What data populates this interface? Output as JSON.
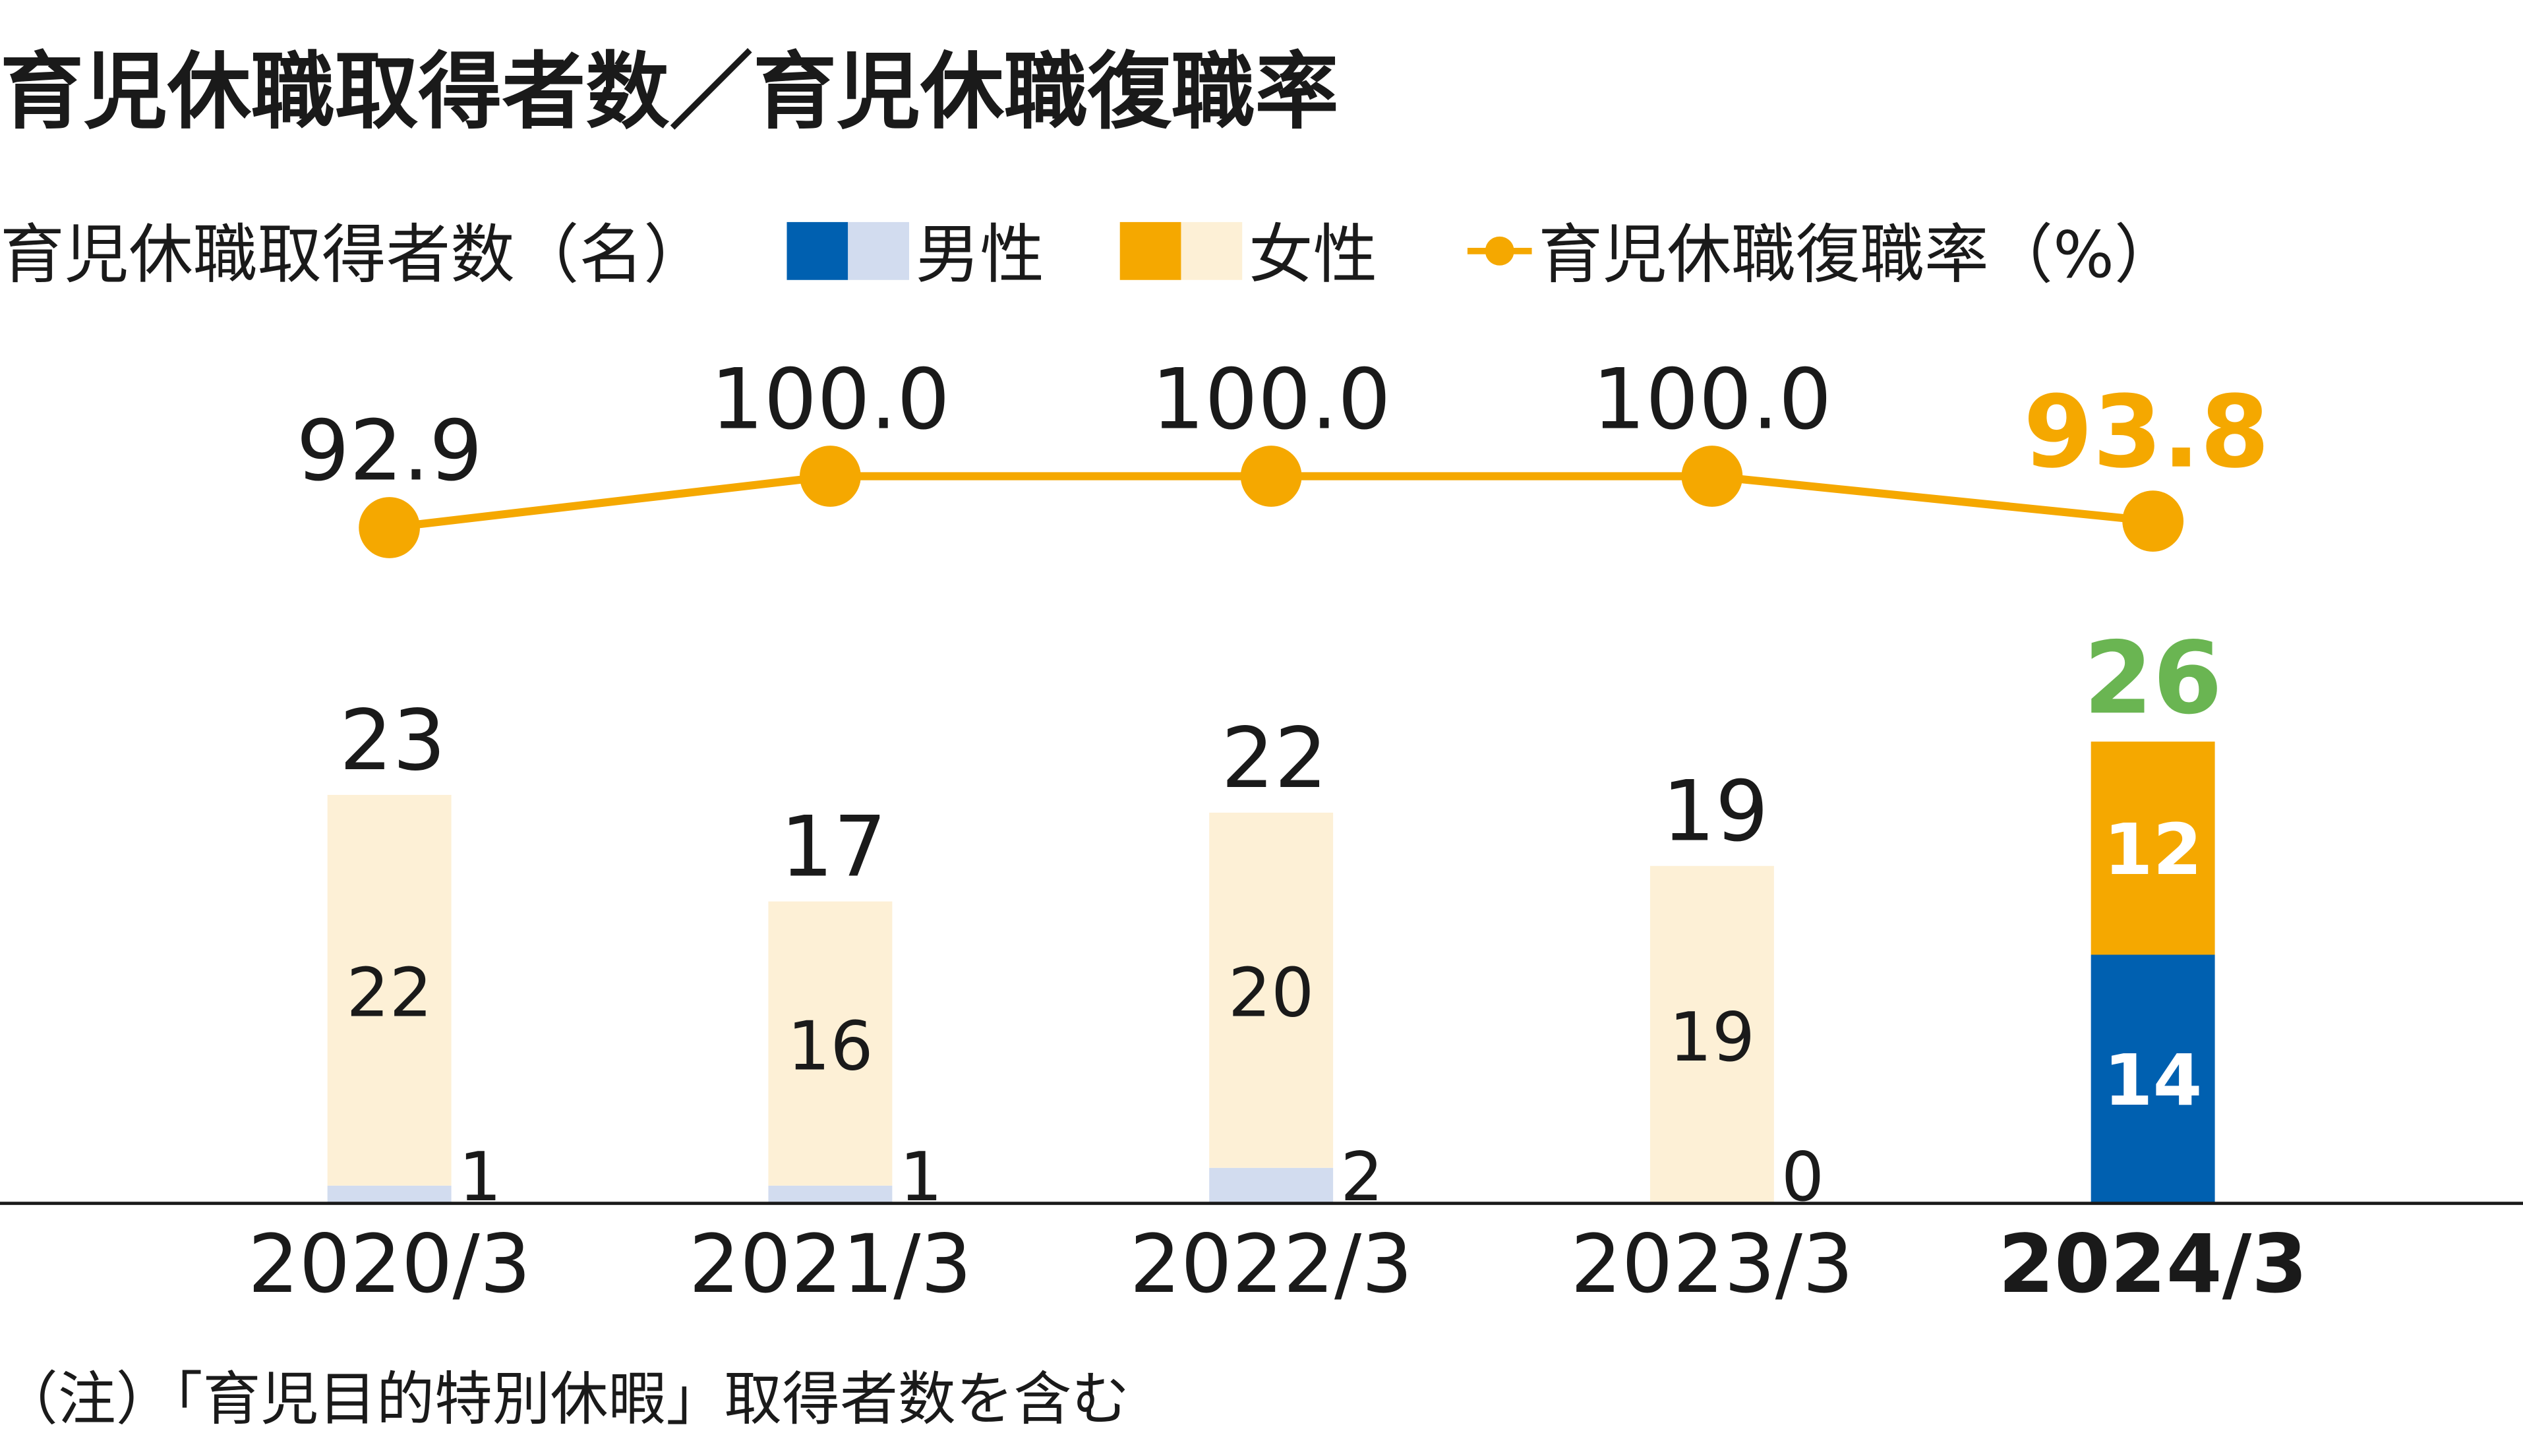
{
  "title": "育児休職取得者数／育児休職復職率",
  "legend": {
    "count_label": "育児休職取得者数（名）",
    "male": "男性",
    "female": "女性",
    "rate": "育児休職復職率（%）"
  },
  "note": "（注）「育児目的特別休暇」取得者数を含む",
  "colors": {
    "male": "#0060b0",
    "male_light": "#d2dcef",
    "female": "#f5a800",
    "female_light": "#fdf0d6",
    "rate_line": "#f5a800",
    "highlight_total": "#6ab552",
    "axis": "#1a1a1a"
  },
  "chart_data": {
    "type": "bar+line",
    "title": "育児休職取得者数／育児休職復職率",
    "categories": [
      "2020/3",
      "2021/3",
      "2022/3",
      "2023/3",
      "2024/3"
    ],
    "highlight_category": "2024/3",
    "series": [
      {
        "name": "男性",
        "type": "stacked-bar",
        "values": [
          1,
          1,
          2,
          0,
          14
        ]
      },
      {
        "name": "女性",
        "type": "stacked-bar",
        "values": [
          22,
          16,
          20,
          19,
          12
        ]
      },
      {
        "name": "育児休職復職率（%）",
        "type": "line",
        "values": [
          92.9,
          100.0,
          100.0,
          100.0,
          93.8
        ]
      }
    ],
    "totals": [
      23,
      17,
      22,
      19,
      26
    ],
    "rate_labels": [
      "92.9",
      "100.0",
      "100.0",
      "100.0",
      "93.8"
    ],
    "ylim_bar": [
      0,
      26
    ],
    "grid": false,
    "legend_position": "top-left"
  }
}
